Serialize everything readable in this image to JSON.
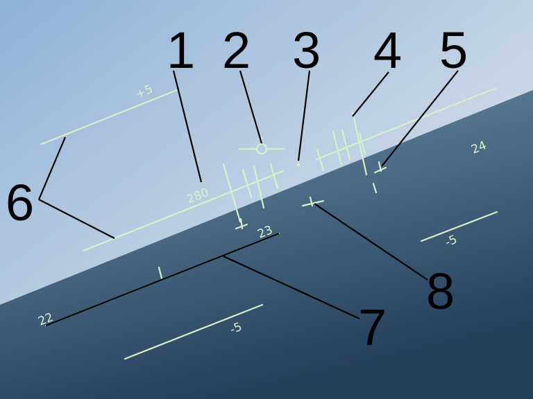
{
  "hud": {
    "pitch_upper_label": "+5",
    "airspeed_label": "280",
    "heading_23": "23",
    "heading_24": "24",
    "heading_22": "22",
    "pitch_lower_right_label": "-5",
    "pitch_lower_left_label": "-5"
  },
  "callouts": {
    "c1": "1",
    "c2": "2",
    "c3": "3",
    "c4": "4",
    "c5": "5",
    "c6": "6",
    "c7": "7",
    "c8": "8"
  },
  "colors": {
    "sky_top": "#9bbbdc",
    "sky_bottom": "#d6dde8",
    "sea_top": "#7d95ad",
    "sea_bottom": "#2c4c69",
    "hud": "#d8f0c8",
    "callout": "#000000"
  }
}
